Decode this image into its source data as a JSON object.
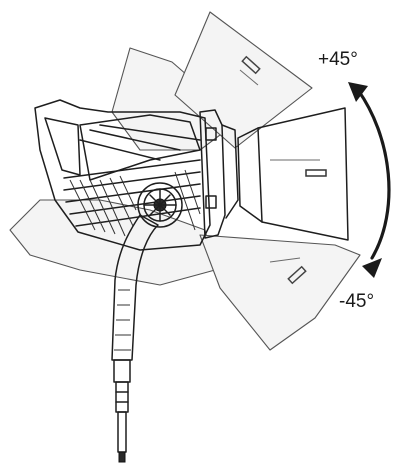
{
  "figure": {
    "angle_up": "+45°",
    "angle_down": "-45°"
  },
  "colors": {
    "ink": "#1e1e1e",
    "background": "#ffffff"
  },
  "icons": {
    "arrow": "double-headed-curved-arrow"
  }
}
